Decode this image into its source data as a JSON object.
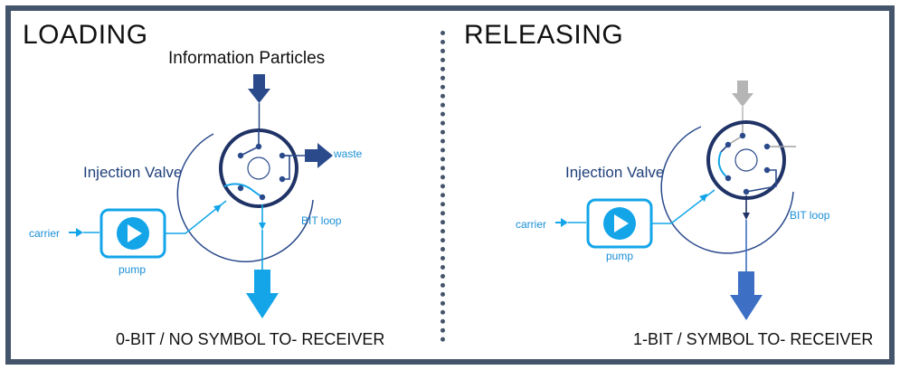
{
  "loading": {
    "title": "LOADING",
    "input_label": "Information Particles",
    "valve_label": "Injection Valve",
    "waste_label": "waste",
    "bitloop_label": "BIT loop",
    "carrier_label": "carrier",
    "pump_label": "pump",
    "caption": "0-BIT / NO SYMBOL TO- RECEIVER"
  },
  "releasing": {
    "title": "RELEASING",
    "valve_label": "Injection Valve",
    "bitloop_label": "BIT loop",
    "carrier_label": "carrier",
    "pump_label": "pump",
    "caption": "1-BIT / SYMBOL TO- RECEIVER"
  },
  "colors": {
    "frame": "#44546a",
    "dark_blue": "#2a4a8c",
    "navy": "#1f3366",
    "light_blue": "#13a5e8",
    "gray_arrow": "#b5b5b5",
    "release_arrow": "#3d6fc4"
  }
}
